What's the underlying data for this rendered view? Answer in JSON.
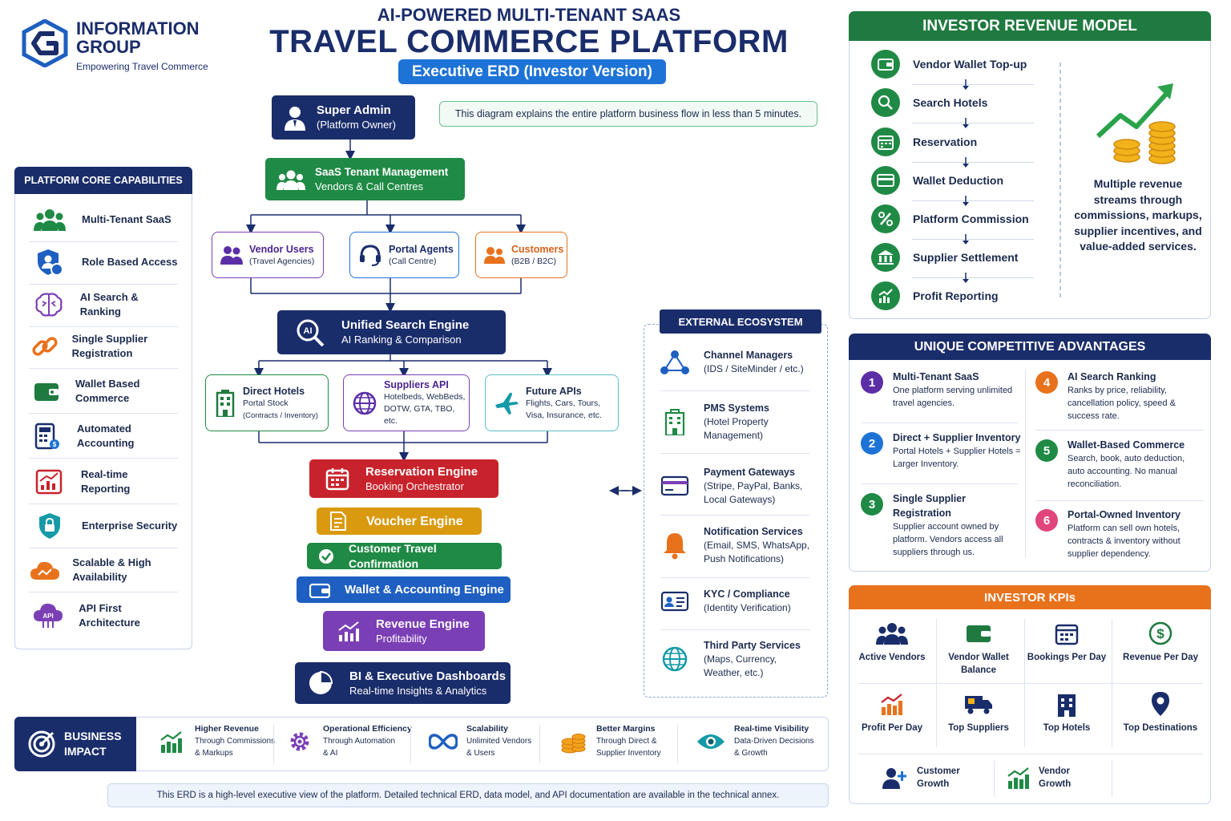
{
  "brand": {
    "name_line1": "INFORMATION",
    "name_line2": "GROUP",
    "tagline": "Empowering Travel Commerce"
  },
  "header": {
    "subtitle": "AI-POWERED MULTI-TENANT SAAS",
    "title": "TRAVEL COMMERCE PLATFORM",
    "pill": "Executive ERD (Investor Version)"
  },
  "note": "This diagram explains the entire platform business flow in less than 5 minutes.",
  "flow": {
    "super_admin": {
      "t1": "Super Admin",
      "t2": "(Platform Owner)"
    },
    "tenant": {
      "t1": "SaaS Tenant Management",
      "t2": "Vendors & Call Centres"
    },
    "vendor_users": {
      "t1": "Vendor Users",
      "t2": "(Travel Agencies)"
    },
    "portal_agents": {
      "t1": "Portal Agents",
      "t2": "(Call Centre)"
    },
    "customers": {
      "t1": "Customers",
      "t2": "(B2B / B2C)"
    },
    "search": {
      "t1": "Unified Search Engine",
      "t2": "AI Ranking & Comparison"
    },
    "direct_hotels": {
      "t1": "Direct Hotels",
      "t2": "Portal Stock",
      "t3": "(Contracts / Inventory)"
    },
    "suppliers_api": {
      "t1": "Suppliers API",
      "t2": "Hotelbeds, WebBeds,",
      "t3": "DOTW, GTA, TBO, etc."
    },
    "future_apis": {
      "t1": "Future APIs",
      "t2": "Flights, Cars, Tours,",
      "t3": "Visa, Insurance, etc."
    },
    "reservation": {
      "t1": "Reservation Engine",
      "t2": "Booking Orchestrator"
    },
    "voucher": {
      "t1": "Voucher Engine"
    },
    "confirmation": {
      "t1": "Customer Travel Confirmation"
    },
    "wallet": {
      "t1": "Wallet & Accounting Engine"
    },
    "revenue": {
      "t1": "Revenue Engine",
      "t2": "Profitability"
    },
    "bi": {
      "t1": "BI & Executive Dashboards",
      "t2": "Real-time Insights & Analytics"
    }
  },
  "core": {
    "title": "PLATFORM CORE CAPABILITIES",
    "items": [
      {
        "label": "Multi-Tenant SaaS",
        "icon": "users-icon"
      },
      {
        "label": "Role Based Access",
        "icon": "shield-user-icon"
      },
      {
        "label": "AI Search & Ranking",
        "icon": "brain-icon"
      },
      {
        "label": "Single Supplier Registration",
        "icon": "link-icon"
      },
      {
        "label": "Wallet Based Commerce",
        "icon": "wallet-icon"
      },
      {
        "label": "Automated Accounting",
        "icon": "calculator-icon"
      },
      {
        "label": "Real-time Reporting",
        "icon": "chart-icon"
      },
      {
        "label": "Enterprise Security",
        "icon": "lock-shield-icon"
      },
      {
        "label": "Scalable & High Availability",
        "icon": "cloud-icon"
      },
      {
        "label": "API First Architecture",
        "icon": "api-cloud-icon"
      }
    ]
  },
  "external": {
    "title": "EXTERNAL ECOSYSTEM",
    "items": [
      {
        "t1": "Channel Managers",
        "t2": "(IDS / SiteMinder / etc.)"
      },
      {
        "t1": "PMS Systems",
        "t2": "(Hotel Property Management)"
      },
      {
        "t1": "Payment Gateways",
        "t2": "(Stripe, PayPal, Banks, Local Gateways)"
      },
      {
        "t1": "Notification Services",
        "t2": "(Email, SMS, WhatsApp, Push Notifications)"
      },
      {
        "t1": "KYC / Compliance",
        "t2": "(Identity Verification)"
      },
      {
        "t1": "Third Party Services",
        "t2": "(Maps, Currency, Weather, etc.)"
      }
    ]
  },
  "revenue_model": {
    "title": "INVESTOR REVENUE MODEL",
    "steps": [
      "Vendor Wallet Top-up",
      "Search Hotels",
      "Reservation",
      "Wallet Deduction",
      "Platform Commission",
      "Supplier Settlement",
      "Profit Reporting"
    ],
    "text": "Multiple revenue streams through commissions, markups, supplier incentives, and value-added services."
  },
  "advantages": {
    "title": "UNIQUE COMPETITIVE ADVANTAGES",
    "items": [
      {
        "num": "1",
        "t1": "Multi-Tenant SaaS",
        "t2": "One platform serving unlimited travel agencies.",
        "color": "#5b2ea6"
      },
      {
        "num": "2",
        "t1": "Direct + Supplier Inventory",
        "t2": "Portal Hotels + Supplier Hotels = Larger Inventory.",
        "color": "#1e73d6"
      },
      {
        "num": "3",
        "t1": "Single Supplier Registration",
        "t2": "Supplier account owned by platform. Vendors access all suppliers through us.",
        "color": "#1f8a45"
      },
      {
        "num": "4",
        "t1": "AI Search Ranking",
        "t2": "Ranks by price, reliability, cancellation policy, speed & success rate.",
        "color": "#e8721c"
      },
      {
        "num": "5",
        "t1": "Wallet-Based Commerce",
        "t2": "Search, book, auto deduction, auto accounting. No manual reconciliation.",
        "color": "#1f8a45"
      },
      {
        "num": "6",
        "t1": "Portal-Owned Inventory",
        "t2": "Platform can sell own hotels, contracts & inventory without supplier dependency.",
        "color": "#e0457b"
      }
    ]
  },
  "kpis": {
    "title": "INVESTOR KPIs",
    "row1": [
      "Active Vendors",
      "Vendor Wallet Balance",
      "Bookings Per Day",
      "Revenue Per Day"
    ],
    "row2": [
      "Profit Per Day",
      "Top Suppliers",
      "Top Hotels",
      "Top Destinations"
    ],
    "row3": [
      "Customer Growth",
      "Vendor Growth"
    ]
  },
  "impact": {
    "title_line1": "BUSINESS",
    "title_line2": "IMPACT",
    "items": [
      {
        "t1": "Higher Revenue",
        "t2": "Through Commissions",
        "t3": "& Markups"
      },
      {
        "t1": "Operational Efficiency",
        "t2": "Through Automation",
        "t3": "& AI"
      },
      {
        "t1": "Scalability",
        "t2": "Unlimited Vendors",
        "t3": "& Users"
      },
      {
        "t1": "Better Margins",
        "t2": "Through Direct &",
        "t3": "Supplier Inventory"
      },
      {
        "t1": "Real-time Visibility",
        "t2": "Data-Driven Decisions",
        "t3": "& Growth"
      }
    ]
  },
  "footer": "This ERD is a high-level executive view of the platform. Detailed technical ERD, data model, and API documentation are available in the technical annex.",
  "colors": {
    "navy": "#1a2d6b",
    "green": "#1f7a3f",
    "orange": "#e8721c",
    "red": "#c8232c",
    "purple": "#7b3fb5",
    "blue": "#1e5fc1"
  }
}
